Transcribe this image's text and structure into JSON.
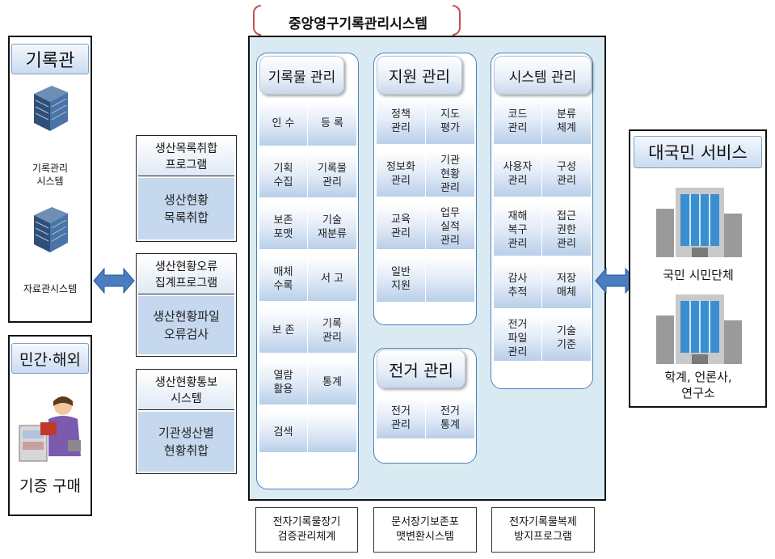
{
  "left": {
    "archives": {
      "title": "기록관",
      "items": [
        "기록관리\n시스템",
        "자료관시스템"
      ]
    },
    "private": {
      "title": "민간·해외",
      "caption": "기증 구매"
    }
  },
  "programs": [
    {
      "head": "생산목록취합\n프로그램",
      "body": "생산현황\n목록취합"
    },
    {
      "head": "생산현황오류\n집계프로그램",
      "body": "생산현황파일\n오류검사"
    },
    {
      "head": "생산현황통보\n시스템",
      "body": "기관생산별\n현황취합"
    }
  ],
  "central": {
    "title": "중앙영구기록관리시스템",
    "records": {
      "title": "기록물 관리",
      "rows": [
        [
          "인  수",
          "등  록"
        ],
        [
          "기획\n수집",
          "기록물\n관리"
        ],
        [
          "보존\n포맷",
          "기술\n재분류"
        ],
        [
          "매체\n수록",
          "서  고"
        ],
        [
          "보  존",
          "기록\n관리"
        ],
        [
          "열람\n활용",
          "통계"
        ],
        [
          "검색",
          ""
        ]
      ]
    },
    "support": {
      "title": "지원 관리",
      "rows": [
        [
          "정책\n관리",
          "지도\n평가"
        ],
        [
          "정보화\n관리",
          "기관\n현황\n관리"
        ],
        [
          "교육\n관리",
          "업무\n실적\n관리"
        ],
        [
          "일반\n지원",
          ""
        ]
      ]
    },
    "electronic": {
      "title": "전거 관리",
      "rows": [
        [
          "전거\n관리",
          "전거\n통계"
        ]
      ]
    },
    "system": {
      "title": "시스템 관리",
      "rows": [
        [
          "코드\n관리",
          "분류\n체계"
        ],
        [
          "사용자\n관리",
          "구성\n관리"
        ],
        [
          "재해\n복구\n관리",
          "접근\n권한\n관리"
        ],
        [
          "감사\n추적",
          "저장\n매체"
        ],
        [
          "전거\n파일\n관리",
          "기술\n기준"
        ]
      ]
    },
    "bottom": [
      "전자기록물장기\n검증관리체계",
      "문서장기보존포\n맷변환시스템",
      "전자기록물복제\n방지프로그램"
    ]
  },
  "public": {
    "title": "대국민 서비스",
    "items": [
      "국민 시민단체",
      "학계, 언론사,\n연구소"
    ]
  },
  "colors": {
    "accent_blue": "#4f81bd",
    "cell_blue": "#c5d8ee",
    "system_bg": "#d9eaf3",
    "brace": "#c0504d"
  }
}
